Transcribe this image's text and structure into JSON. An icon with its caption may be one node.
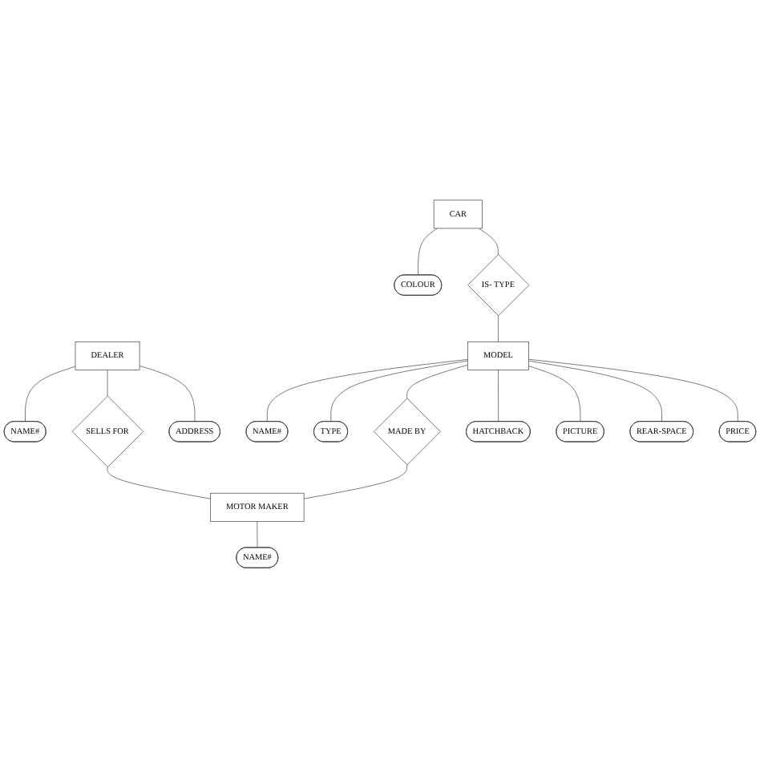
{
  "diagram": {
    "nodes": [
      {
        "text": [
          "COLOUR"
        ]
      },
      {
        "text": [
          "CAR"
        ]
      },
      {
        "text": [
          "DEALER"
        ]
      },
      {
        "text": [
          "NAME#"
        ]
      },
      {
        "text": [
          "IS- TYPE"
        ]
      },
      {
        "text": [
          "SELLS FOR"
        ]
      },
      {
        "text": [
          "ADDRESS"
        ]
      },
      {
        "text": [
          "NAME#"
        ]
      },
      {
        "text": [
          "TYPE"
        ]
      },
      {
        "text": [
          "MODEL"
        ]
      },
      {
        "text": [
          "MADE BY"
        ]
      },
      {
        "text": [
          "MOTOR MAKER"
        ]
      },
      {
        "text": [
          "HATCHBACK"
        ]
      },
      {
        "text": [
          "PICTURE"
        ]
      },
      {
        "text": [
          "REAR-SPACE"
        ]
      },
      {
        "text": [
          "PRICE"
        ]
      },
      {
        "text": [
          "NAME#"
        ]
      }
    ],
    "edges": [
      {
        "from": 1,
        "to": 0,
        "arrow": "none"
      },
      {
        "from": 2,
        "to": 3,
        "arrow": "none"
      },
      {
        "from": 2,
        "to": 6,
        "arrow": "none"
      },
      {
        "from": 1,
        "to": 4,
        "arrow": "none"
      },
      {
        "from": 4,
        "to": 9,
        "arrow": "none"
      },
      {
        "from": 2,
        "to": 5,
        "arrow": "none"
      },
      {
        "from": 5,
        "to": 11,
        "arrow": "none"
      },
      {
        "from": 9,
        "to": 7,
        "arrow": "none"
      },
      {
        "from": 9,
        "to": 8,
        "arrow": "none"
      },
      {
        "from": 9,
        "to": 12,
        "arrow": "none"
      },
      {
        "from": 9,
        "to": 13,
        "arrow": "none"
      },
      {
        "from": 9,
        "to": 14,
        "arrow": "none"
      },
      {
        "from": 9,
        "to": 15,
        "arrow": "none"
      },
      {
        "from": 9,
        "to": 10,
        "arrow": "none"
      },
      {
        "from": 10,
        "to": 11,
        "arrow": "none"
      },
      {
        "from": 11,
        "to": 16,
        "arrow": "none"
      }
    ]
  }
}
